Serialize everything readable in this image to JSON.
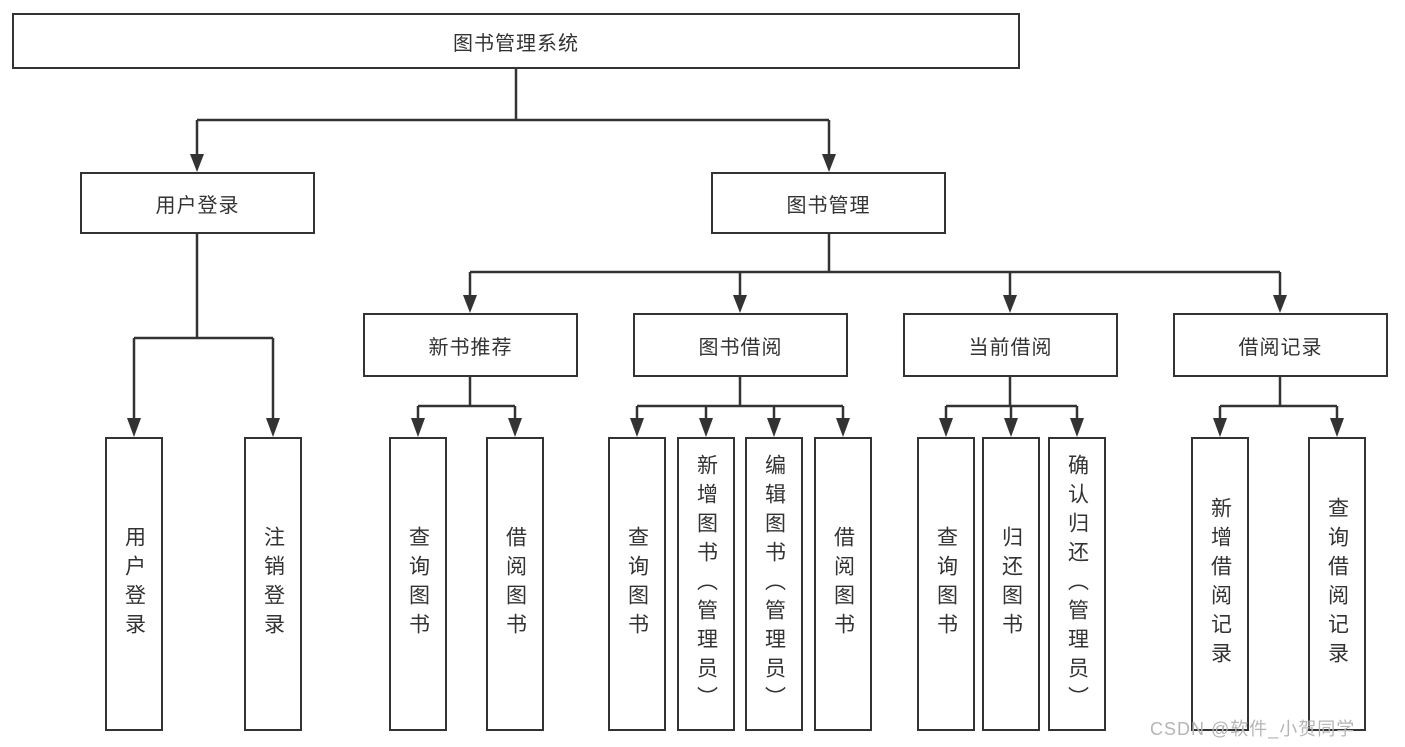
{
  "diagram": {
    "type": "hierarchy-tree",
    "colors": {
      "line": "#333333",
      "box_border": "#333333",
      "box_fill": "#ffffff",
      "text": "#333333",
      "watermark_text": "#b5b5b5",
      "background": "#ffffff"
    },
    "root": {
      "label": "图书管理系统"
    },
    "level2": [
      {
        "label": "用户登录",
        "parent": "图书管理系统"
      },
      {
        "label": "图书管理",
        "parent": "图书管理系统"
      }
    ],
    "level3": [
      {
        "label": "新书推荐",
        "parent": "图书管理"
      },
      {
        "label": "图书借阅",
        "parent": "图书管理"
      },
      {
        "label": "当前借阅",
        "parent": "图书管理"
      },
      {
        "label": "借阅记录",
        "parent": "图书管理"
      }
    ],
    "leaves": [
      {
        "label": "用户登录",
        "parent": "用户登录"
      },
      {
        "label": "注销登录",
        "parent": "用户登录"
      },
      {
        "label": "查询图书",
        "parent": "新书推荐"
      },
      {
        "label": "借阅图书",
        "parent": "新书推荐"
      },
      {
        "label": "查询图书",
        "parent": "图书借阅"
      },
      {
        "label": "新增图书（管理员）",
        "parent": "图书借阅"
      },
      {
        "label": "编辑图书（管理员）",
        "parent": "图书借阅"
      },
      {
        "label": "借阅图书",
        "parent": "图书借阅"
      },
      {
        "label": "查询图书",
        "parent": "当前借阅"
      },
      {
        "label": "归还图书",
        "parent": "当前借阅"
      },
      {
        "label": "确认归还（管理员）",
        "parent": "当前借阅"
      },
      {
        "label": "新增借阅记录",
        "parent": "借阅记录"
      },
      {
        "label": "查询借阅记录",
        "parent": "借阅记录"
      }
    ],
    "watermark": {
      "text": "CSDN @软件_小贺同学"
    }
  }
}
